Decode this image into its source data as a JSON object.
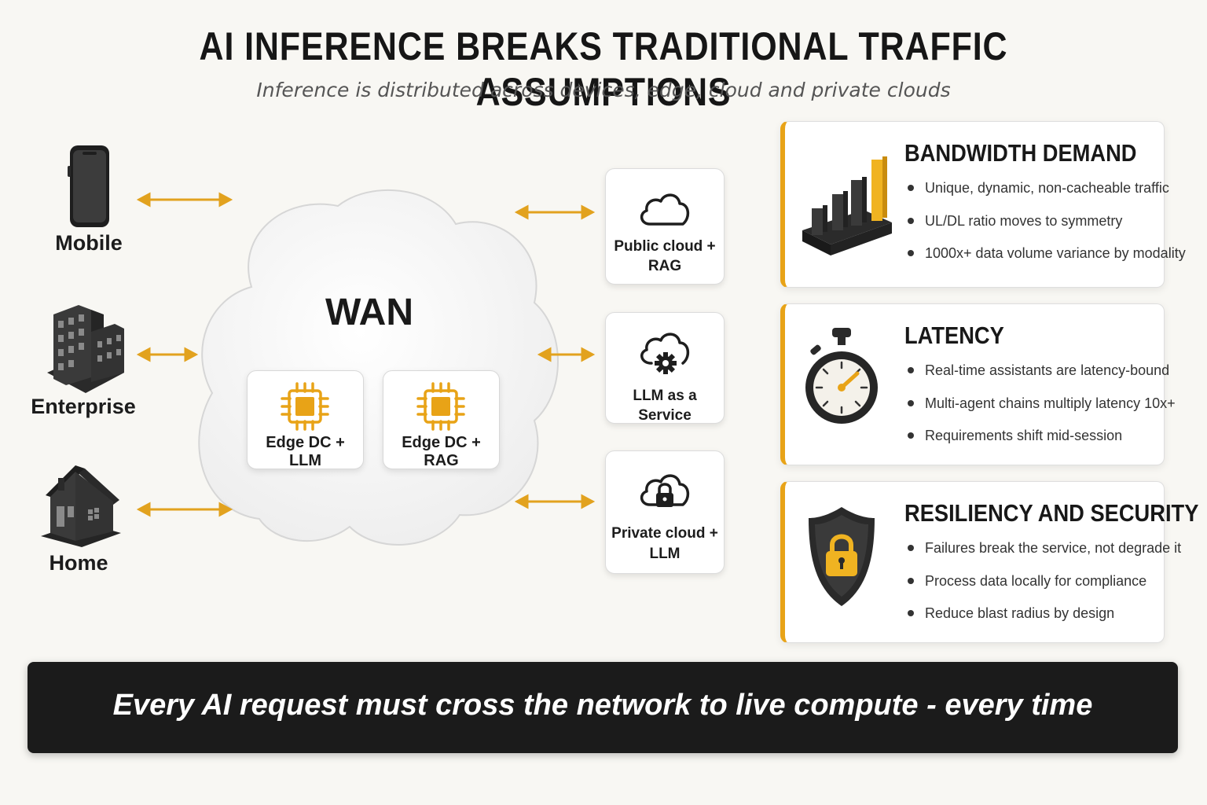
{
  "header": {
    "title": "AI INFERENCE BREAKS TRADITIONAL TRAFFIC ASSUMPTIONS",
    "subtitle": "Inference is distributed across devices, edge, cloud and private clouds"
  },
  "sources": [
    {
      "label": "Mobile",
      "icon": "smartphone-icon"
    },
    {
      "label": "Enterprise",
      "icon": "office-building-icon"
    },
    {
      "label": "Home",
      "icon": "house-icon"
    }
  ],
  "wan": {
    "label": "WAN",
    "edge_nodes": [
      {
        "label": "Edge DC + LLM",
        "icon": "chip-icon"
      },
      {
        "label": "Edge DC + RAG",
        "icon": "chip-icon"
      }
    ]
  },
  "services": [
    {
      "lines": [
        "Public cloud +",
        "RAG"
      ],
      "icon": "cloud-icon"
    },
    {
      "lines": [
        "LLM as a Service"
      ],
      "icon": "cloud-gear-icon"
    },
    {
      "lines": [
        "Private cloud +",
        "LLM"
      ],
      "icon": "cloud-lock-icon"
    }
  ],
  "panels": [
    {
      "title": "BANDWIDTH DEMAND",
      "icon": "bar-chart-icon",
      "bullets": [
        "Unique, dynamic, non-cacheable traffic",
        "UL/DL ratio moves to symmetry",
        "1000x+ data volume variance by modality"
      ]
    },
    {
      "title": "LATENCY",
      "icon": "stopwatch-icon",
      "bullets": [
        "Real-time assistants are latency-bound",
        "Multi-agent chains multiply latency 10x+",
        "Requirements shift mid-session"
      ]
    },
    {
      "title": "RESILIENCY AND SECURITY",
      "icon": "shield-lock-icon",
      "bullets": [
        "Failures break the service, not degrade it",
        "Process data locally for compliance",
        "Reduce blast radius by design"
      ]
    }
  ],
  "footer": {
    "banner_text": "Every AI request must cross the network to live compute - every time"
  },
  "colors": {
    "accent": "#e8a317",
    "banner_bg": "#1b1b1b",
    "background": "#f8f7f3",
    "icon_dark": "#2a2a2a"
  }
}
